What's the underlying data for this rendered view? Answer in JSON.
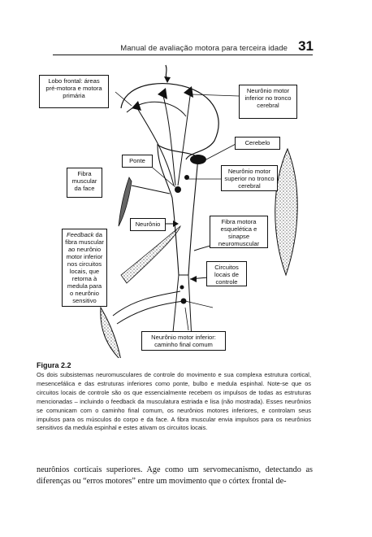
{
  "header": {
    "title": "Manual de avaliação motora para terceira idade",
    "page_number": "31"
  },
  "figure": {
    "labels": {
      "frontal_lobe": "Lobo frontal: áreas pré-motora e motora primária",
      "lower_motor_neuron_brainstem": "Neurônio motor inferior no tronco cerebral",
      "cerebellum": "Cerebelo",
      "pons": "Ponte",
      "upper_motor_neuron_brainstem": "Neurônio motor superior no tronco cerebral",
      "face_muscle_fiber": "Fibra muscular da face",
      "neuron": "Neurônio",
      "skeletal_motor_fiber": "Fibra motora esquelética e sinapse neuromuscular",
      "feedback_emphasis": "Feedback",
      "feedback_rest": "da fibra muscular ao neurônio motor inferior nos circuitos locais, que retorna à medula para o neurônio sensitivo",
      "local_control_circuits": "Circuitos locais de controle",
      "final_common_pathway": "Neurônio motor inferior: caminho final comum"
    }
  },
  "caption": {
    "title": "Figura 2.2",
    "body": "Os dois subsistemas neuromusculares de controle do movimento e sua complexa estrutura cortical, mesencefálica e das estruturas inferiores como ponte, bulbo e medula espinhal. Note-se que os circuitos locais de controle são os que essencialmente recebem os impulsos de todas as estruturas mencionadas – incluindo o feedback da musculatura estriada e lisa (não mostrada). Esses neurônios se comunicam com o caminho final comum, os neurônios motores inferiores, e controlam seus impulsos para os músculos do corpo e da face. A fibra muscular envia impulsos para os neurônios sensitivos da medula espinhal e estes ativam os circuitos locais."
  },
  "body": {
    "text": "neurônios corticais superiores. Age como um servomecanismo, detectando as diferenças ou “erros motores” entre um movimento que o córtex frontal de-"
  }
}
